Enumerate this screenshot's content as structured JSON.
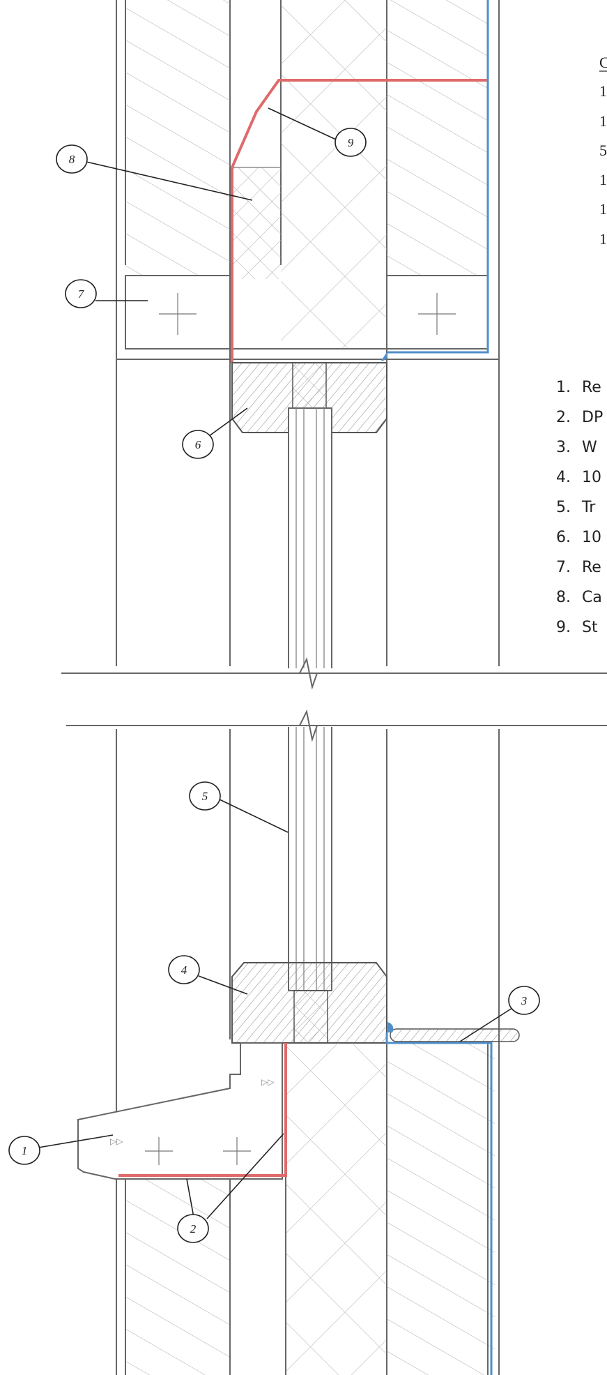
{
  "legend_top_right": {
    "heading": "C",
    "lines": [
      "1",
      "1",
      "5",
      "1",
      "1",
      "1"
    ]
  },
  "legend": [
    {
      "num": "1.",
      "text": "Re"
    },
    {
      "num": "2.",
      "text": "DP"
    },
    {
      "num": "3.",
      "text": "W"
    },
    {
      "num": "4.",
      "text": "10"
    },
    {
      "num": "5.",
      "text": "Tr"
    },
    {
      "num": "6.",
      "text": "10"
    },
    {
      "num": "7.",
      "text": "Re"
    },
    {
      "num": "8.",
      "text": "Ca"
    },
    {
      "num": "9.",
      "text": "St"
    }
  ],
  "callouts": {
    "c1": "1",
    "c2": "2",
    "c3": "3",
    "c4": "4",
    "c5": "5",
    "c6": "6",
    "c7": "7",
    "c8": "8",
    "c9": "9"
  },
  "colors": {
    "dpc_red": "#e06a6a",
    "membrane_blue": "#4f8fc9",
    "line_grey": "#666666"
  }
}
